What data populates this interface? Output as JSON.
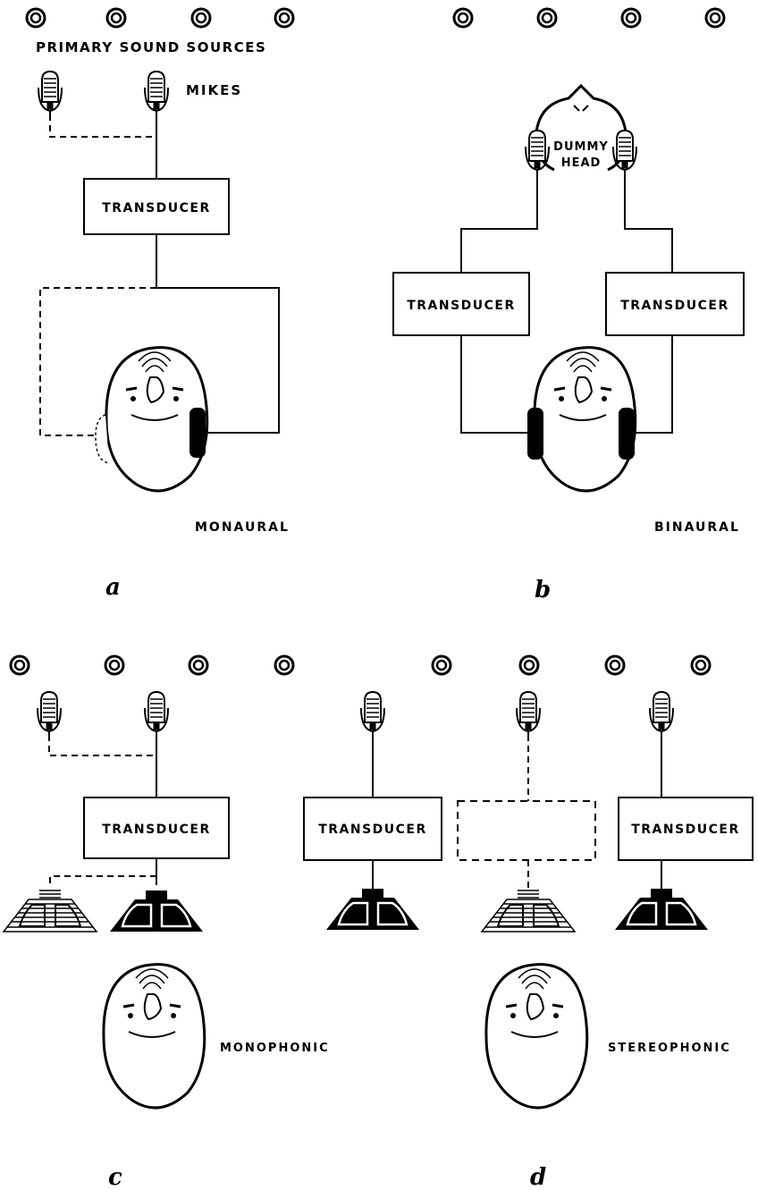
{
  "labels": {
    "primary_sound_sources": "PRIMARY SOUND SOURCES",
    "mikes": "MIKES",
    "transducer": "TRANSDUCER",
    "dummy_head": "DUMMY",
    "dummy_head_2": "HEAD",
    "monaural": "MONAURAL",
    "binaural": "BINAURAL",
    "monophonic": "MONOPHONIC",
    "stereophonic": "STEREOPHONIC"
  },
  "panels": {
    "a": "a",
    "b": "b",
    "c": "c",
    "d": "d"
  },
  "colors": {
    "ink": "#000000",
    "paper": "#ffffff"
  },
  "icons": [
    "sound-source-icon",
    "microphone-icon",
    "headphone-icon",
    "loudspeaker-icon",
    "listener-head-icon",
    "dummy-head-icon"
  ]
}
